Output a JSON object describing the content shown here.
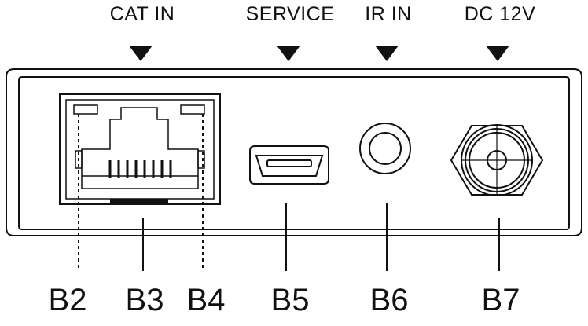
{
  "ports": {
    "cat_in": "CAT IN",
    "service": "SERVICE",
    "ir_in": "IR IN",
    "dc": "DC 12V"
  },
  "callouts": {
    "b2": "B2",
    "b3": "B3",
    "b4": "B4",
    "b5": "B5",
    "b6": "B6",
    "b7": "B7"
  }
}
